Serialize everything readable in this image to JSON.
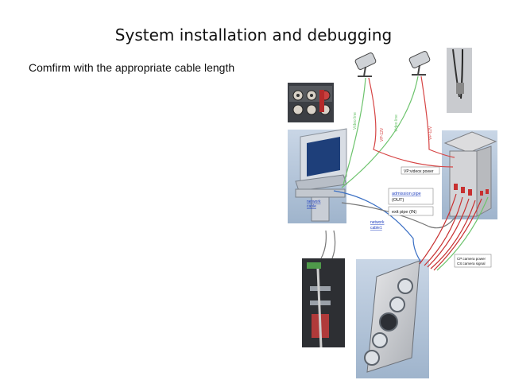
{
  "slide": {
    "title": "System installation and debugging",
    "subtitle": "Comfirm with the appropriate cable length"
  },
  "diagram": {
    "labels": {
      "vp_videox_power": "VP:videox power",
      "admission_pipe": "admission pipe",
      "out": "(OUT)",
      "exit_pipe": "exit pipe  (IN)",
      "network_cable_left": "network",
      "network_cable_left_2": "cable",
      "network_cable_right": "network",
      "network_cable_right_2": "cable1",
      "cp_camera_power": "CP:camera power",
      "cs_camera_signal": "CS:camera signal",
      "video_line_1": "Video line",
      "video_line_2": "Video line",
      "vp_12v_1": "VP-12V",
      "vp_12v_2": "VP-12V"
    },
    "colors": {
      "red_cable": "#d64545",
      "green_cable": "#6cc36c",
      "blue_cable": "#3a6fc4",
      "gray_cable": "#777777"
    }
  }
}
